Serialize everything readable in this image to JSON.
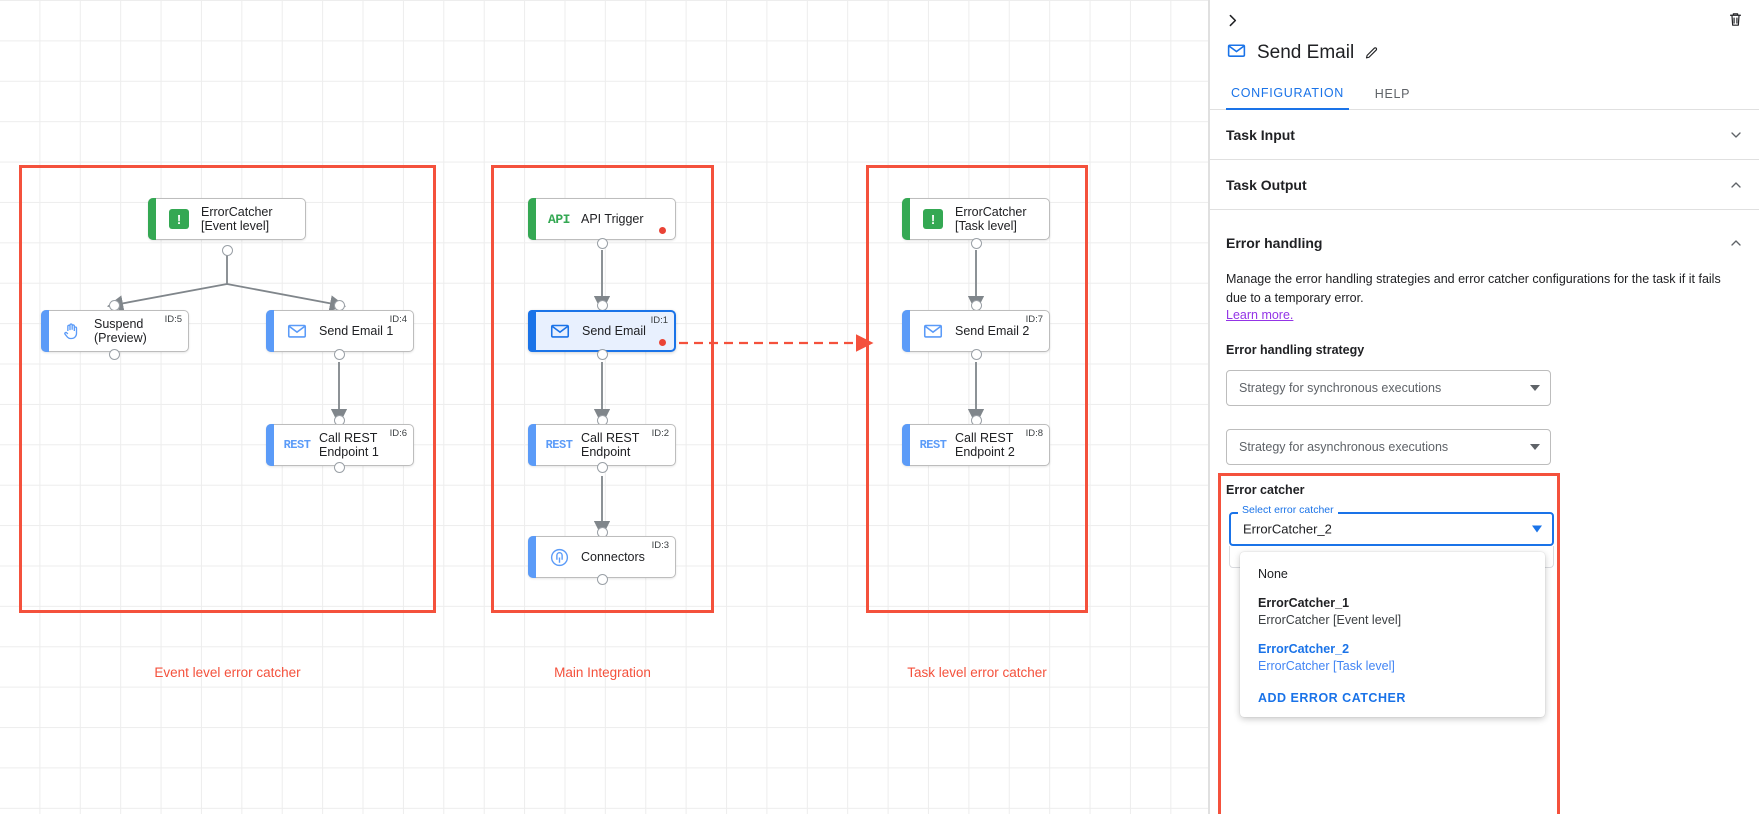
{
  "canvas": {
    "groups": [
      {
        "label": "Event level error catcher"
      },
      {
        "label": "Main Integration"
      },
      {
        "label": "Task level error catcher"
      }
    ],
    "nodes": [
      {
        "key": "ec1",
        "text": "ErrorCatcher\n[Event level]",
        "id": "",
        "icon": "error-catcher-icon"
      },
      {
        "key": "susp",
        "text": "Suspend\n(Preview)",
        "id": "ID:5",
        "icon": "hand-icon"
      },
      {
        "key": "se1",
        "text": "Send Email 1",
        "id": "ID:4",
        "icon": "envelope-icon"
      },
      {
        "key": "rest1",
        "text": "Call REST\nEndpoint 1",
        "id": "ID:6",
        "icon": "rest-icon"
      },
      {
        "key": "api",
        "text": "API Trigger",
        "id": "",
        "icon": "api-icon"
      },
      {
        "key": "se",
        "text": "Send Email",
        "id": "ID:1",
        "icon": "envelope-icon"
      },
      {
        "key": "rest",
        "text": "Call REST\nEndpoint",
        "id": "ID:2",
        "icon": "rest-icon"
      },
      {
        "key": "conn",
        "text": "Connectors",
        "id": "ID:3",
        "icon": "connectors-icon"
      },
      {
        "key": "ec2",
        "text": "ErrorCatcher\n[Task level]",
        "id": "",
        "icon": "error-catcher-icon"
      },
      {
        "key": "se2",
        "text": "Send Email 2",
        "id": "ID:7",
        "icon": "envelope-icon"
      },
      {
        "key": "rest2",
        "text": "Call REST\nEndpoint 2",
        "id": "ID:8",
        "icon": "rest-icon"
      }
    ]
  },
  "panel": {
    "title": "Send Email",
    "collapse_icon": "chevron-right-icon",
    "delete_icon": "trash-icon",
    "edit_icon": "pencil-icon",
    "task_icon": "envelope-icon",
    "tabs": [
      {
        "label": "CONFIGURATION",
        "active": true
      },
      {
        "label": "HELP",
        "active": false
      }
    ],
    "sections": [
      {
        "label": "Task Input",
        "state": "collapsed"
      },
      {
        "label": "Task Output",
        "state": "expanded"
      },
      {
        "label": "Error handling",
        "state": "expanded"
      }
    ],
    "error_handling": {
      "description": "Manage the error handling strategies and error catcher configurations for the task if it fails due to a temporary error.",
      "learn_more": "Learn more.",
      "strategy_label": "Error handling strategy",
      "sync_placeholder": "Strategy for synchronous executions",
      "async_placeholder": "Strategy for asynchronous executions"
    },
    "error_catcher": {
      "section_label": "Error catcher",
      "float_label": "Select error catcher",
      "selected_value": "ErrorCatcher_2",
      "options": [
        {
          "title": "None",
          "sub": "",
          "selected": false,
          "plain": true
        },
        {
          "title": "ErrorCatcher_1",
          "sub": "ErrorCatcher [Event level]",
          "selected": false,
          "plain": false
        },
        {
          "title": "ErrorCatcher_2",
          "sub": "ErrorCatcher [Task level]",
          "selected": true,
          "plain": false
        }
      ],
      "add_action": "ADD ERROR CATCHER"
    }
  },
  "colors": {
    "accent_blue": "#1a73e8",
    "highlight_red": "#f4513c",
    "green": "#34a853",
    "node_blue": "#5b9bf8",
    "link_purple": "#9334e6",
    "error_red": "#ea4335"
  }
}
